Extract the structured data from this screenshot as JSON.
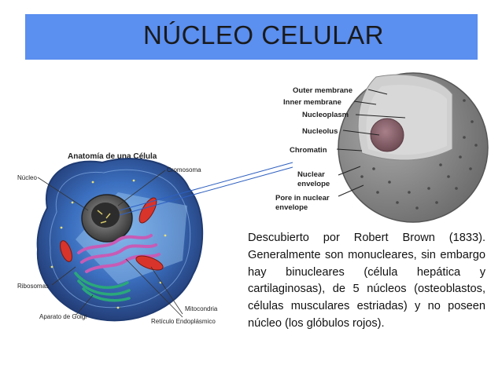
{
  "slide": {
    "title": "NÚCLEO CELULAR",
    "description": "Descubierto por Robert Brown (1833). Generalmente son monucleares, sin embargo hay binucleares (célula hepática y cartilaginosas), de 5 núcleos (osteoblastos, células musculares estriadas) y no poseen núcleo (los glóbulos rojos)."
  },
  "cell_diagram": {
    "title": "Anatomía de una Célula",
    "labels": {
      "nucleo": "Núcleo",
      "cromosoma": "Cromosoma",
      "ribosomas": "Ribosomas",
      "aparato_golgi": "Aparato de Golgi",
      "mitocondria": "Mitocondria",
      "reticulo": "Retículo Endoplásmico"
    },
    "colors": {
      "cell_body": "#2f5fa8",
      "mitochondria": "#d8342b",
      "golgi": "#2aa87a",
      "reticulum": "#c85bb5"
    }
  },
  "nucleus_diagram": {
    "labels": {
      "outer_membrane": "Outer membrane",
      "inner_membrane": "Inner membrane",
      "nucleoplasm": "Nucleoplasm",
      "nucleolus": "Nucleolus",
      "chromatin": "Chromatin",
      "nuclear_envelope_1": "Nuclear",
      "nuclear_envelope_2": "envelope",
      "pore_1": "Pore in nuclear",
      "pore_2": "envelope"
    }
  }
}
